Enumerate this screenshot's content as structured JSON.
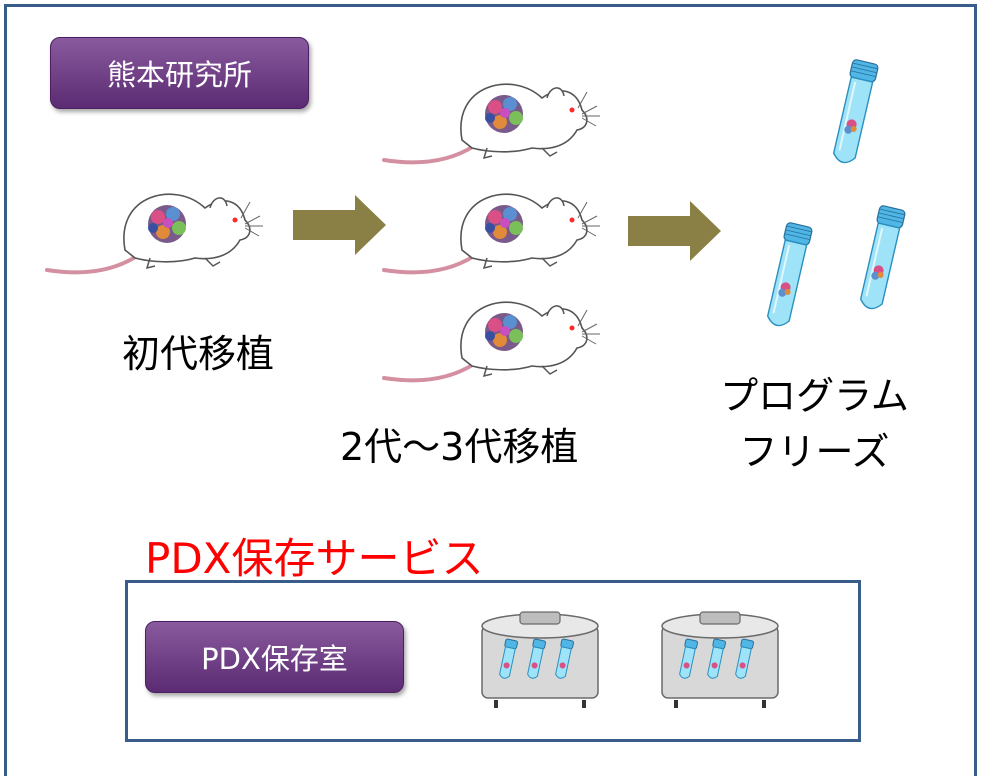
{
  "badges": {
    "lab": "熊本研究所",
    "room": "PDX保存室"
  },
  "labels": {
    "first_transplant": "初代移植",
    "second_third_transplant": "2代～3代移植",
    "program_freeze_line1": "プログラム",
    "program_freeze_line2": "フリーズ"
  },
  "service_title": "PDX保存サービス",
  "colors": {
    "frame": "#385d8a",
    "badge": "#6a3a82",
    "arrow": "#8a7f45",
    "service_title": "#ff0000",
    "tube": "#7fd3f0"
  }
}
